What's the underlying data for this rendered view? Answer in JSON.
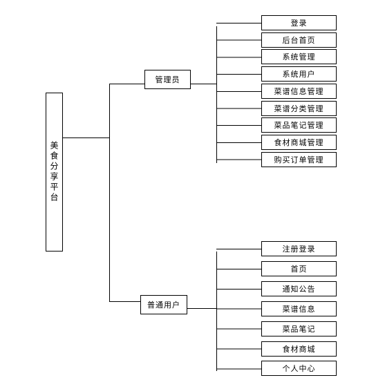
{
  "root": {
    "label": "美食分享平台"
  },
  "admin": {
    "label": "管理员",
    "children": [
      "登录",
      "后台首页",
      "系统管理",
      "系统用户",
      "菜谱信息管理",
      "菜谱分类管理",
      "菜品笔记管理",
      "食材商城管理",
      "购买订单管理"
    ]
  },
  "user": {
    "label": "普通用户",
    "children": [
      "注册登录",
      "首页",
      "通知公告",
      "菜谱信息",
      "菜品笔记",
      "食材商城",
      "个人中心"
    ]
  }
}
